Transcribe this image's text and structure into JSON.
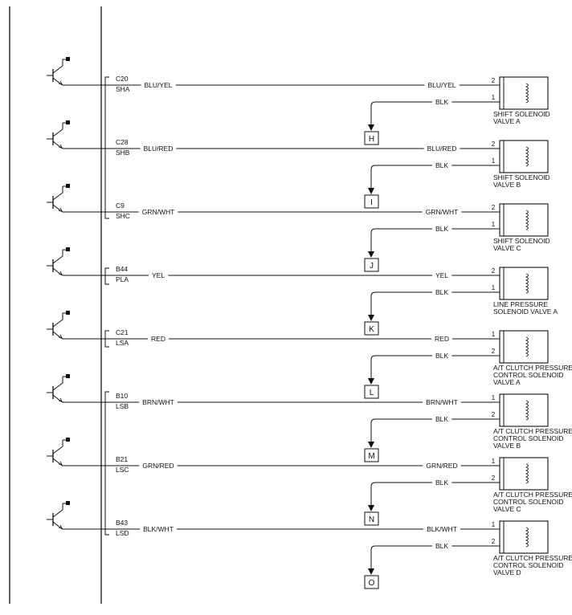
{
  "circuits": [
    {
      "connector": "C20",
      "pin": "SHA",
      "wire": "BLU/YEL",
      "ground_wire": "BLK",
      "terminals": [
        "2",
        "1"
      ],
      "ground": "H",
      "component": [
        "SHIFT SOLENOID",
        "VALVE A"
      ]
    },
    {
      "connector": "C28",
      "pin": "SHB",
      "wire": "BLU/RED",
      "ground_wire": "BLK",
      "terminals": [
        "2",
        "1"
      ],
      "ground": "I",
      "component": [
        "SHIFT SOLENOID",
        "VALVE B"
      ]
    },
    {
      "connector": "C9",
      "pin": "SHC",
      "wire": "GRN/WHT",
      "ground_wire": "BLK",
      "terminals": [
        "2",
        "1"
      ],
      "ground": "J",
      "component": [
        "SHIFT SOLENOID",
        "VALVE C"
      ]
    },
    {
      "connector": "B44",
      "pin": "PLA",
      "wire": "YEL",
      "ground_wire": "BLK",
      "terminals": [
        "2",
        "1"
      ],
      "ground": "K",
      "component": [
        "LINE PRESSURE",
        "SOLENOID VALVE A"
      ]
    },
    {
      "connector": "C21",
      "pin": "LSA",
      "wire": "RED",
      "ground_wire": "BLK",
      "terminals": [
        "1",
        "2"
      ],
      "ground": "L",
      "component": [
        "A/T CLUTCH PRESSURE",
        "CONTROL SOLENOID",
        "VALVE A"
      ]
    },
    {
      "connector": "B10",
      "pin": "LSB",
      "wire": "BRN/WHT",
      "ground_wire": "BLK",
      "terminals": [
        "1",
        "2"
      ],
      "ground": "M",
      "component": [
        "A/T CLUTCH PRESSURE",
        "CONTROL SOLENOID",
        "VALVE B"
      ]
    },
    {
      "connector": "B21",
      "pin": "LSC",
      "wire": "GRN/RED",
      "ground_wire": "BLK",
      "terminals": [
        "1",
        "2"
      ],
      "ground": "N",
      "component": [
        "A/T CLUTCH PRESSURE",
        "CONTROL SOLENOID",
        "VALVE C"
      ]
    },
    {
      "connector": "B43",
      "pin": "LSD",
      "wire": "BLK/WHT",
      "ground_wire": "BLK",
      "terminals": [
        "1",
        "2"
      ],
      "ground": "O",
      "component": [
        "A/T CLUTCH PRESSURE",
        "CONTROL SOLENOID",
        "VALVE D"
      ]
    }
  ]
}
